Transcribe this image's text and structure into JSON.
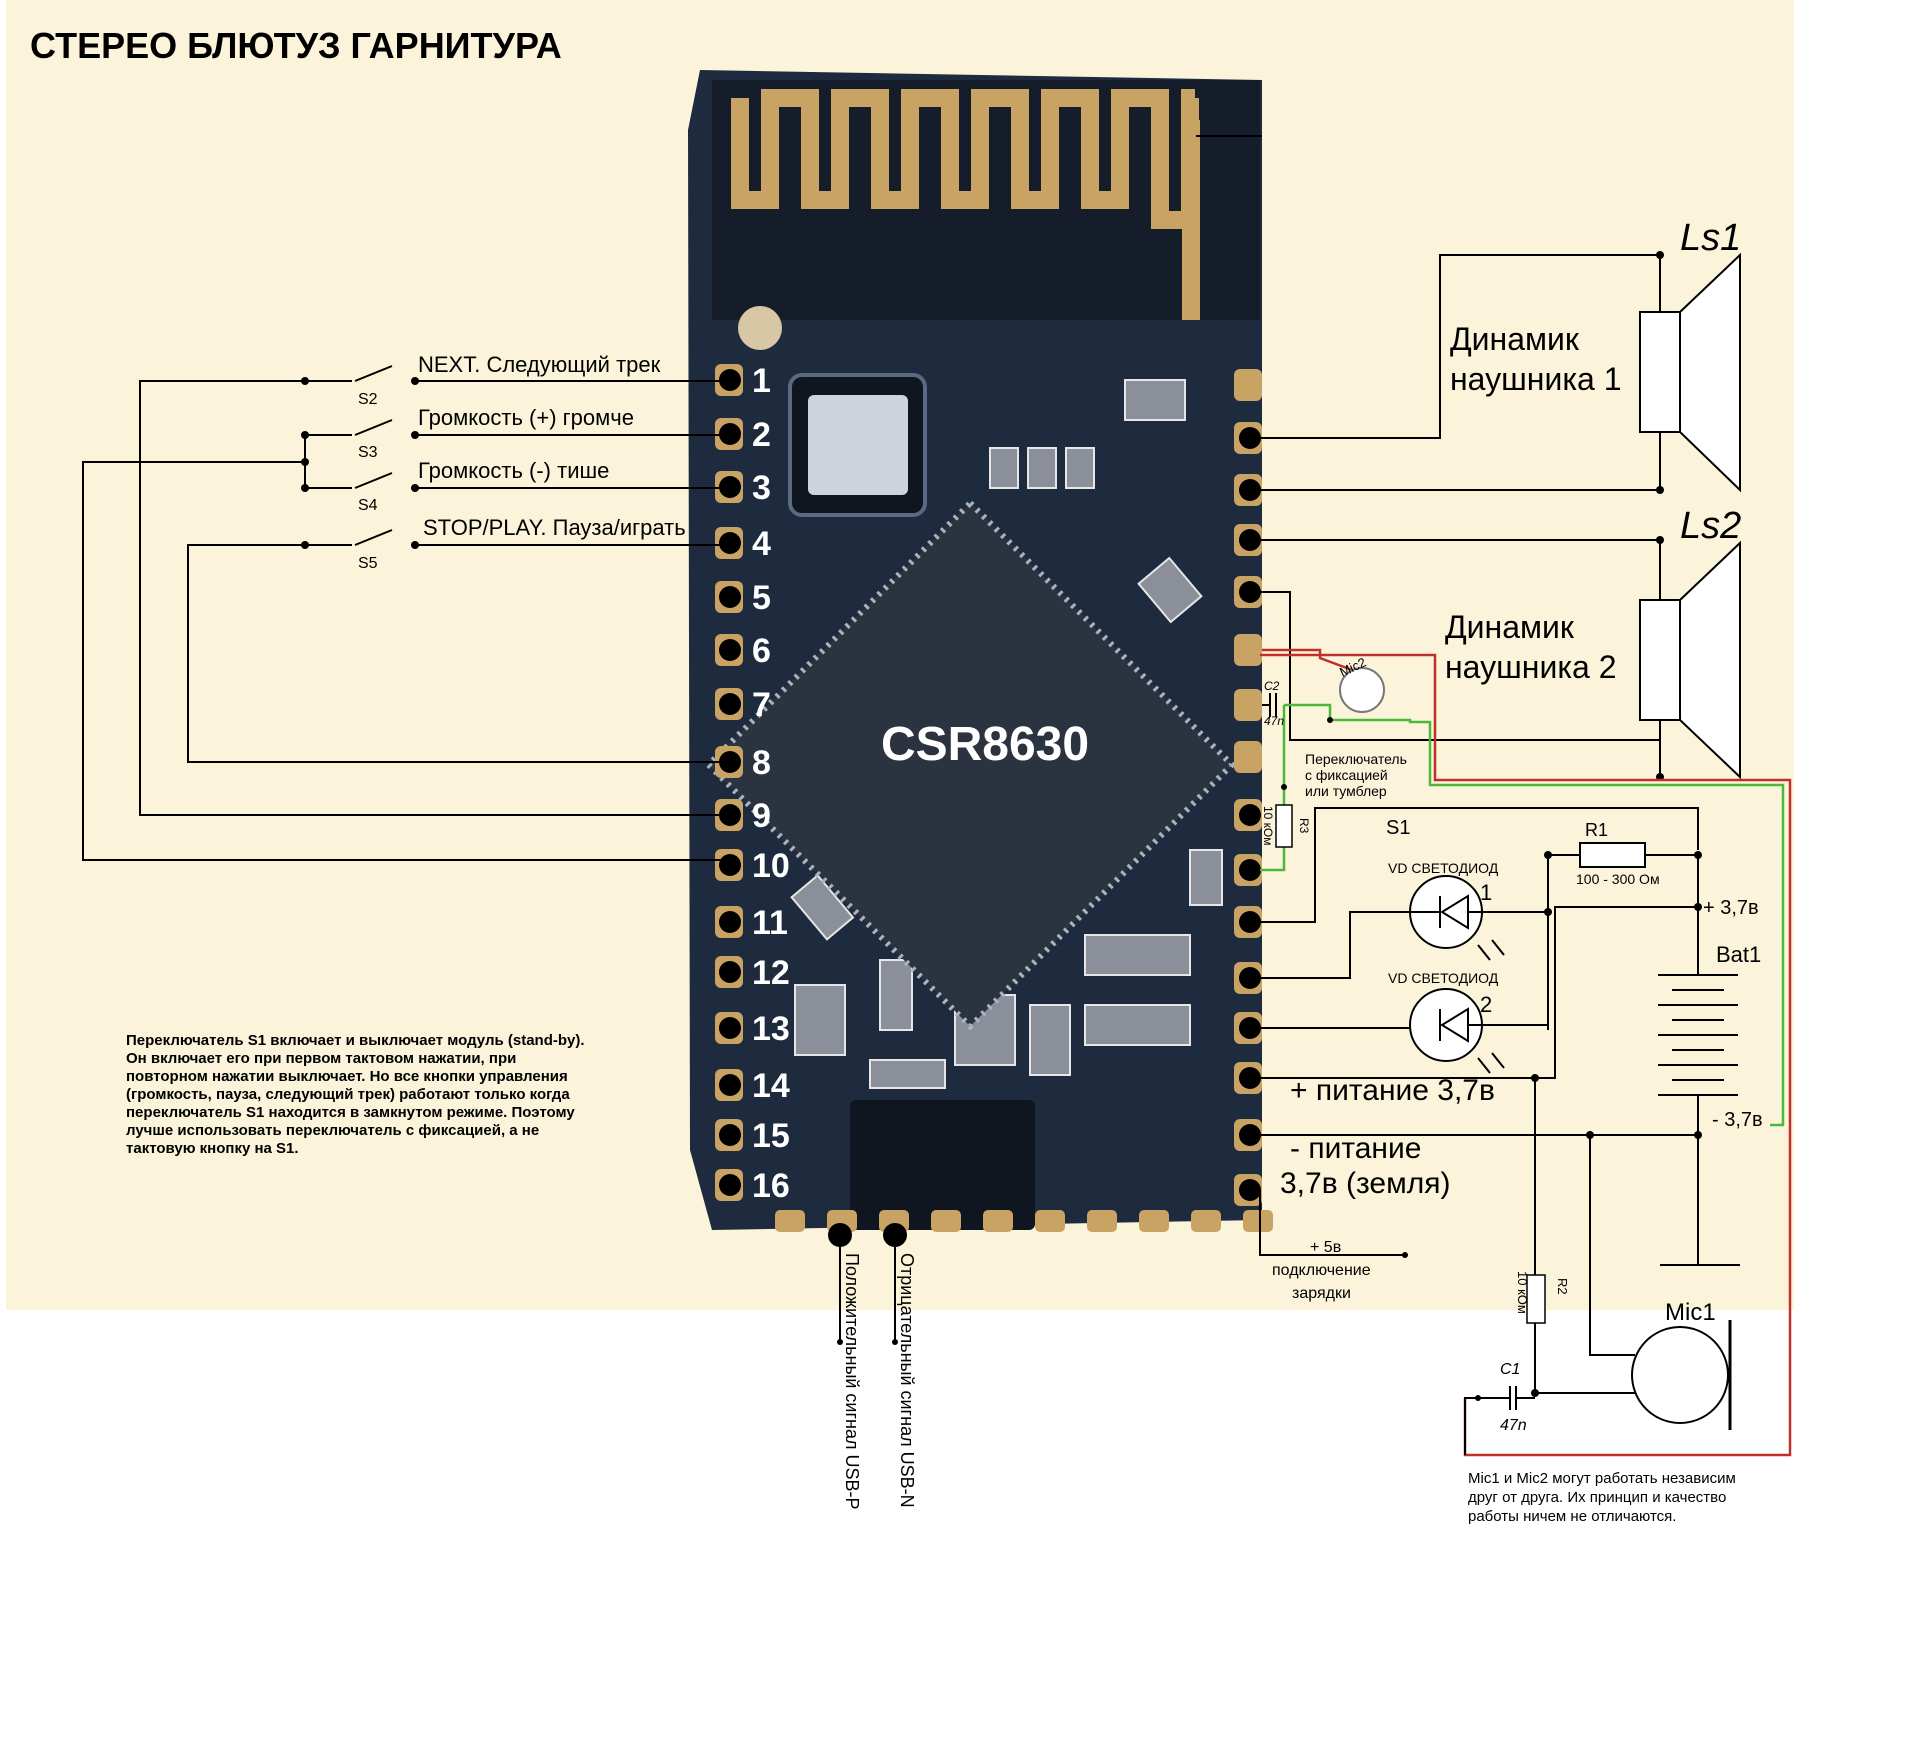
{
  "title": "СТЕРЕО БЛЮТУЗ ГАРНИТУРА",
  "chip": "CSR8630",
  "pins": [
    "1",
    "2",
    "3",
    "4",
    "5",
    "6",
    "7",
    "8",
    "9",
    "10",
    "11",
    "12",
    "13",
    "14",
    "15",
    "16"
  ],
  "switches": [
    {
      "id": "S2",
      "label": "NEXT. Следующий трек"
    },
    {
      "id": "S3",
      "label": "Громкость (+) громче"
    },
    {
      "id": "S4",
      "label": "Громкость (-) тише"
    },
    {
      "id": "S5",
      "label": "STOP/PLAY. Пауза/играть"
    }
  ],
  "speakers": [
    {
      "id": "Ls1",
      "line1": "Динамик",
      "line2": "наушника 1"
    },
    {
      "id": "Ls2",
      "line1": "Динамик",
      "line2": "наушника 2"
    }
  ],
  "components": {
    "c2": "C2",
    "c2_value": "47n",
    "mic2": "Mic2",
    "r3": "R3",
    "r3_value": "10 кОм",
    "switch_note_1": "Переключатель",
    "switch_note_2": "с фиксацией",
    "switch_note_3": "или тумблер",
    "s1": "S1",
    "r1": "R1",
    "r1_value": "100 - 300 Ом",
    "led1": "VD СВЕТОДИОД",
    "led1_num": "1",
    "led2": "VD СВЕТОДИОД",
    "led2_num": "2",
    "vplus": "+ 3,7в",
    "bat": "Bat1",
    "vminus": "- 3,7в",
    "r2": "R2",
    "r2_value": "10 кОм",
    "c1": "C1",
    "c1_value": "47n",
    "mic1": "Mic1"
  },
  "power": {
    "plus": "+ питание 3,7в",
    "minus_1": "- питание",
    "minus_2": "3,7в (земля)",
    "charge_1": "+ 5в",
    "charge_2": "подключение",
    "charge_3": "зарядки"
  },
  "usb": {
    "p": "Положительный сигнал USB-P",
    "n": "Отрицательный сигнал USB-N"
  },
  "note_s1": [
    "Переключатель S1 включает и выключает модуль (stand-by).",
    "Он включает его при первом тактовом нажатии, при",
    "повторном нажатии выключает. Но все кнопки управления",
    "(громкость, пауза, следующий трек) работают только когда",
    "переключатель S1 находится в замкнутом режиме. Поэтому",
    "лучше использовать переключатель с фиксацией, а не",
    "тактовую кнопку на S1."
  ],
  "note_mic": [
    "Mic1 и Mic2 могут работать независим",
    "друг от друга. Их принцип и качество",
    "работы ничем не отличаются."
  ],
  "colors": {
    "paper": "#fbf4da",
    "board": "#1e2b3e",
    "gold": "#c9a363",
    "red_wire": "#c0302a",
    "green_wire": "#4cb83a"
  }
}
